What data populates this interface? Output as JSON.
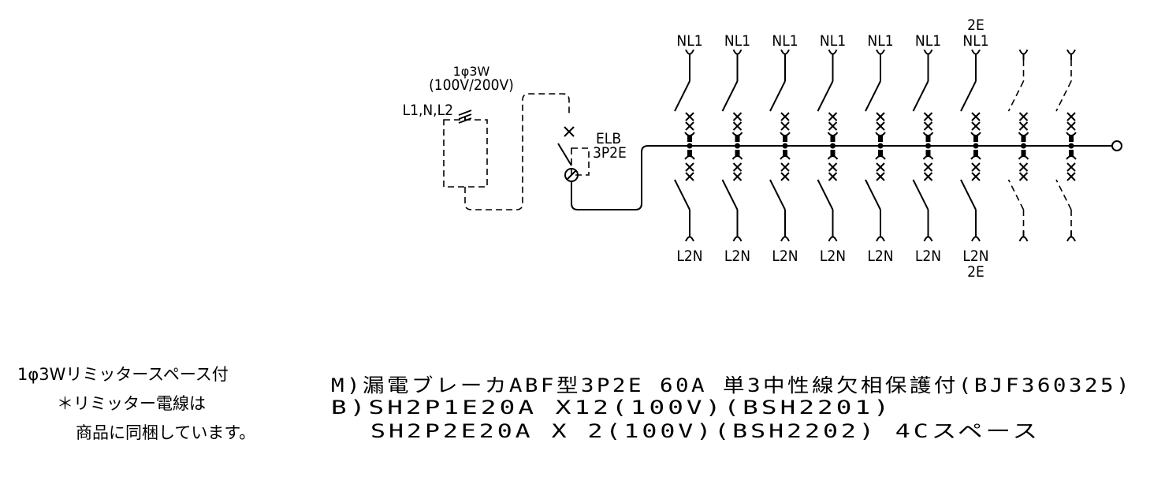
{
  "supply": {
    "phase": "1φ3W",
    "voltage": "(100V/200V)",
    "lines": "L1,N,L2"
  },
  "main_breaker": {
    "name": "ELB",
    "type": "3P2E"
  },
  "branches": [
    {
      "top": "NL1",
      "top_extra": "",
      "bottom": "L2N",
      "bottom_extra": "",
      "spare": false
    },
    {
      "top": "NL1",
      "top_extra": "",
      "bottom": "L2N",
      "bottom_extra": "",
      "spare": false
    },
    {
      "top": "NL1",
      "top_extra": "",
      "bottom": "L2N",
      "bottom_extra": "",
      "spare": false
    },
    {
      "top": "NL1",
      "top_extra": "",
      "bottom": "L2N",
      "bottom_extra": "",
      "spare": false
    },
    {
      "top": "NL1",
      "top_extra": "",
      "bottom": "L2N",
      "bottom_extra": "",
      "spare": false
    },
    {
      "top": "NL1",
      "top_extra": "",
      "bottom": "L2N",
      "bottom_extra": "",
      "spare": false
    },
    {
      "top": "NL1",
      "top_extra": "2E",
      "bottom": "L2N",
      "bottom_extra": "2E",
      "spare": false
    },
    {
      "top": "",
      "top_extra": "",
      "bottom": "",
      "bottom_extra": "",
      "spare": true
    },
    {
      "top": "",
      "top_extra": "",
      "bottom": "",
      "bottom_extra": "",
      "spare": true
    }
  ],
  "notes": {
    "line1": "1φ3Wリミッタースペース付",
    "line2": "＊リミッター電線は",
    "line3": "商品に同梱しています。"
  },
  "spec": {
    "line1": "M)漏電ブレーカABF型3P2E 60A 単3中性線欠相保護付(BJF360325)",
    "line2": "B)SH2P1E20A X12(100V)(BSH2201)",
    "line3": "SH2P2E20A X 2(100V)(BSH2202) 4Cスペース"
  }
}
